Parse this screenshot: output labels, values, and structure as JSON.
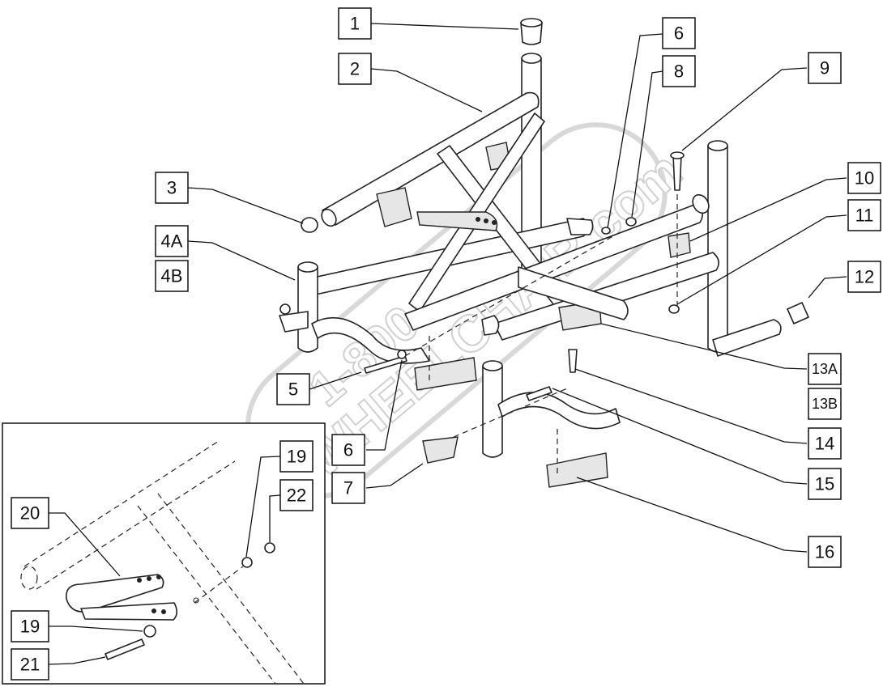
{
  "watermark": {
    "line1": "1-800",
    "line2": "WHEELCHAIR.com"
  },
  "callouts": [
    {
      "id": "c1",
      "label": "1"
    },
    {
      "id": "c2",
      "label": "2"
    },
    {
      "id": "c3",
      "label": "3"
    },
    {
      "id": "c4a",
      "label": "4A"
    },
    {
      "id": "c4b",
      "label": "4B"
    },
    {
      "id": "c5",
      "label": "5"
    },
    {
      "id": "c6a",
      "label": "6"
    },
    {
      "id": "c6b",
      "label": "6"
    },
    {
      "id": "c7",
      "label": "7"
    },
    {
      "id": "c8",
      "label": "8"
    },
    {
      "id": "c9",
      "label": "9"
    },
    {
      "id": "c10",
      "label": "10"
    },
    {
      "id": "c11",
      "label": "11"
    },
    {
      "id": "c12",
      "label": "12"
    },
    {
      "id": "c13a",
      "label": "13A"
    },
    {
      "id": "c13b",
      "label": "13B"
    },
    {
      "id": "c14",
      "label": "14"
    },
    {
      "id": "c15",
      "label": "15"
    },
    {
      "id": "c16",
      "label": "16"
    },
    {
      "id": "c19a",
      "label": "19"
    },
    {
      "id": "c19b",
      "label": "19"
    },
    {
      "id": "c20",
      "label": "20"
    },
    {
      "id": "c21",
      "label": "21"
    },
    {
      "id": "c22",
      "label": "22"
    }
  ],
  "colors": {
    "line": "#111111",
    "background": "#ffffff",
    "watermark": "#d0d0d0"
  }
}
